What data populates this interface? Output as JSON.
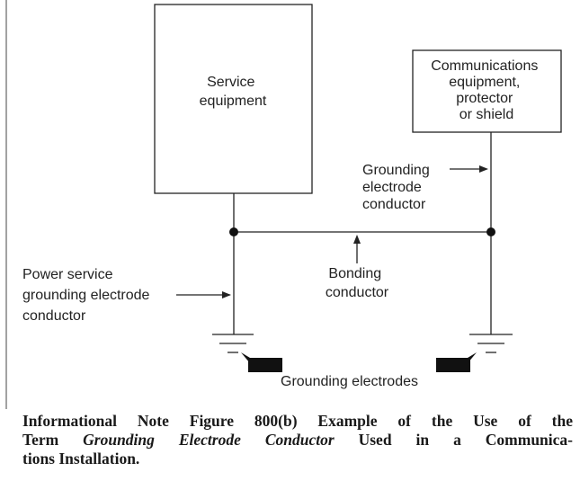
{
  "diagram": {
    "service_equipment": [
      "Service",
      "equipment"
    ],
    "communications_equipment": [
      "Communications",
      "equipment,",
      "protector",
      "or shield"
    ],
    "comm_grounding_conductor": [
      "Grounding",
      "electrode",
      "conductor"
    ],
    "power_grounding_conductor": [
      "Power service",
      "grounding electrode",
      "conductor"
    ],
    "bonding_conductor": [
      "Bonding",
      "conductor"
    ],
    "grounding_electrodes": "Grounding electrodes"
  },
  "caption": {
    "line1": "Informational Note Figure 800(b) Example of the Use of the",
    "line2_prefix": "Term ",
    "line2_italic": "Grounding Electrode Conductor",
    "line2_suffix": " Used in a Communica-",
    "line3": "tions Installation."
  }
}
